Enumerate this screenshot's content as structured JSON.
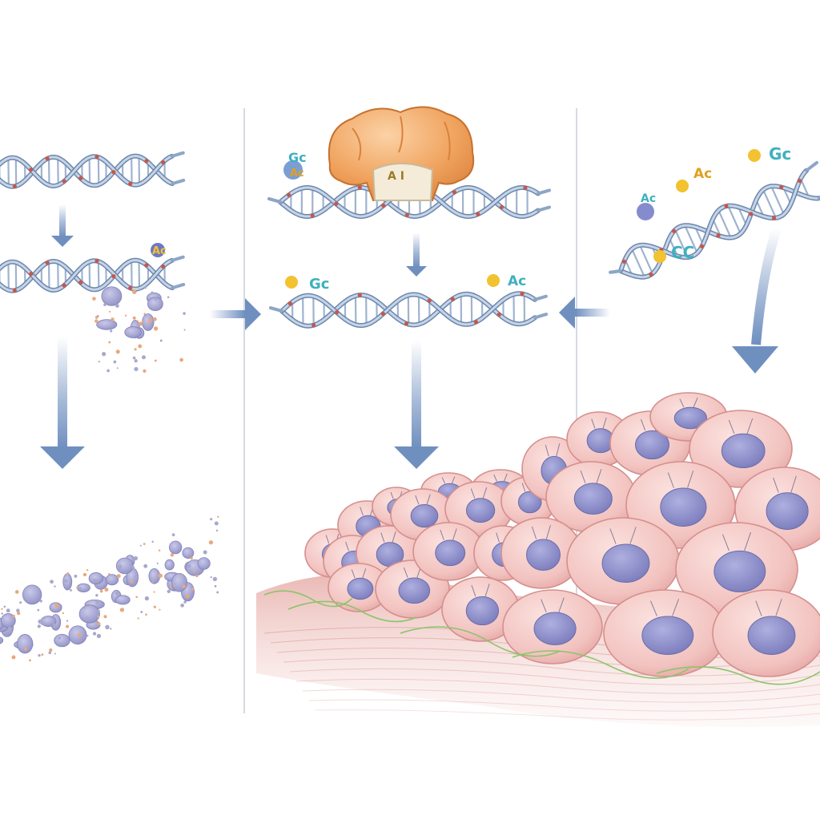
{
  "palette": {
    "background": "#ffffff",
    "divider": "#c9cfd8",
    "dna_backbone": "#8ea6c6",
    "dna_rung": "#9fb3cf",
    "dna_mark": "#c9564a",
    "arrow": "#6f8fbf",
    "protein_orange": "#f0a35e",
    "cell_fill": "#f2c3c0",
    "cell_edge": "#d58f8d",
    "nucleus": "#8e8fc9",
    "tissue": "#eab8b4",
    "fiber_green": "#8cc46a",
    "debris_purple": "#a6a6d2",
    "debris_orange": "#e8a87c",
    "tag_gold": "#f2c230"
  },
  "panels": [
    {
      "name": "left-panel",
      "label": ""
    },
    {
      "name": "middle-panel",
      "label": ""
    },
    {
      "name": "right-panel",
      "label": ""
    }
  ],
  "tags": {
    "left_upper": "Ac",
    "mid_top_left": "Gc",
    "mid_top_left_2": "Ac",
    "mid_protein": "A I",
    "mid_lower_left": "Gc",
    "mid_lower_right": "Ac",
    "right_top_1": "Gc",
    "right_top_2": "Ac",
    "right_left": "Ac",
    "right_bottom": "CC"
  },
  "icons": {
    "dna": "dna-helix-icon",
    "protein": "protein-complex-icon",
    "cell": "cell-icon",
    "arrow": "arrow-icon"
  }
}
